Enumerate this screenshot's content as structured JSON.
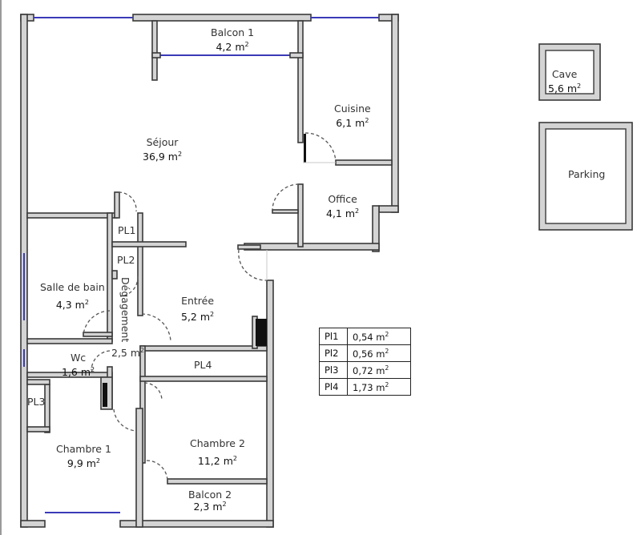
{
  "rooms": {
    "sejour": {
      "name": "Séjour",
      "area": "36,9 m",
      "unit_sup": "2"
    },
    "balcon1": {
      "name": "Balcon 1",
      "area": "4,2 m",
      "unit_sup": "2"
    },
    "cuisine": {
      "name": "Cuisine",
      "area": "6,1 m",
      "unit_sup": "2"
    },
    "office": {
      "name": "Office",
      "area": "4,1 m",
      "unit_sup": "2"
    },
    "salle_de_bain": {
      "name": "Salle de bain",
      "area": "4,3 m",
      "unit_sup": "2"
    },
    "entree": {
      "name": "Entrée",
      "area": "5,2 m",
      "unit_sup": "2"
    },
    "degagement": {
      "name": "Dégagement",
      "area": "2,5 m",
      "unit_sup": "2"
    },
    "wc": {
      "name": "Wc",
      "area": "1,6 m",
      "unit_sup": "2"
    },
    "chambre1": {
      "name": "Chambre 1",
      "area": "9,9 m",
      "unit_sup": "2"
    },
    "chambre2": {
      "name": "Chambre 2",
      "area": "11,2 m",
      "unit_sup": "2"
    },
    "balcon2": {
      "name": "Balcon 2",
      "area": "2,3 m",
      "unit_sup": "2"
    },
    "pl1": {
      "name": "PL1"
    },
    "pl2": {
      "name": "PL2"
    },
    "pl3": {
      "name": "PL3"
    },
    "pl4": {
      "name": "PL4"
    }
  },
  "annexes": {
    "cave": {
      "name": "Cave",
      "area": "5,6 m",
      "unit_sup": "2"
    },
    "parking": {
      "name": "Parking"
    }
  },
  "placards_table": {
    "rows": [
      {
        "label": "Pl1",
        "area": "0,54 m",
        "unit_sup": "2"
      },
      {
        "label": "Pl2",
        "area": "0,56 m",
        "unit_sup": "2"
      },
      {
        "label": "Pl3",
        "area": "0,72 m",
        "unit_sup": "2"
      },
      {
        "label": "Pl4",
        "area": "1,73 m",
        "unit_sup": "2"
      }
    ]
  },
  "colors": {
    "wall_fill": "#d4d4d4",
    "wall_stroke": "#3a3a3a",
    "window": "#3a3ab8"
  }
}
